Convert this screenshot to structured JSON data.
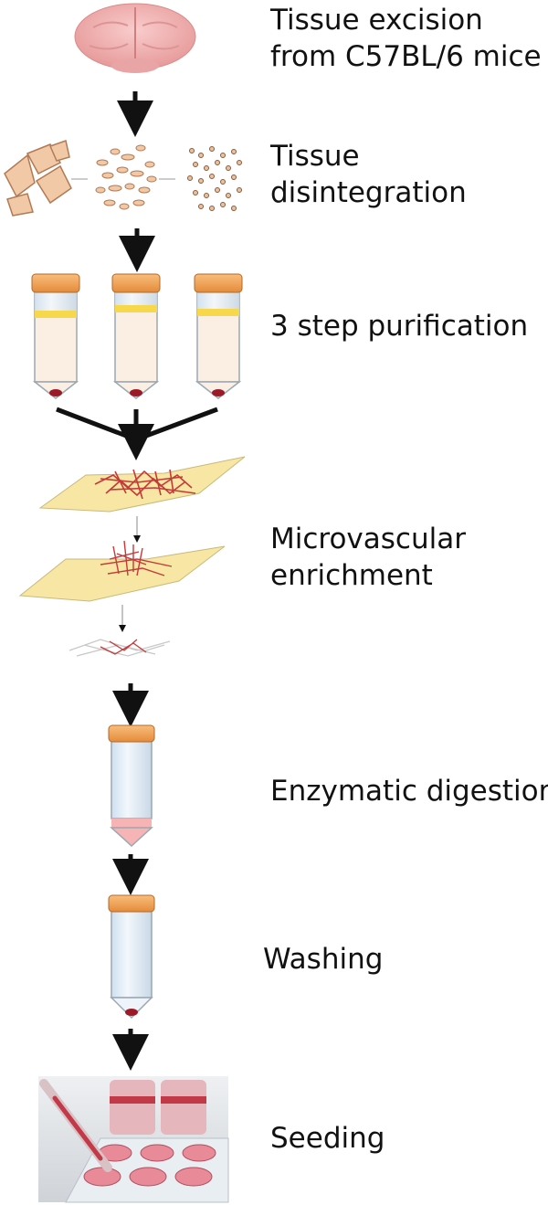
{
  "steps": [
    {
      "id": "tissue-excision",
      "lines": [
        "Tissue excision",
        "from C57BL/6 mice"
      ]
    },
    {
      "id": "tissue-disintegration",
      "lines": [
        "Tissue",
        "disintegration"
      ]
    },
    {
      "id": "purification",
      "lines": [
        "3 step purification"
      ]
    },
    {
      "id": "microvascular-enrichment",
      "lines": [
        "Microvascular",
        "enrichment"
      ]
    },
    {
      "id": "enzymatic-digestion",
      "lines": [
        "Enzymatic digestion"
      ]
    },
    {
      "id": "washing",
      "lines": [
        "Washing"
      ]
    },
    {
      "id": "seeding",
      "lines": [
        "Seeding"
      ]
    }
  ],
  "colors": {
    "arrow": "#111111",
    "tube_cap": "#f4a85f",
    "tube_body": "#fbefe4",
    "tube_glass": "#e6f0fa",
    "band": "#f6d84a",
    "pellet": "#9c1a28",
    "sheet": "#f7e6a4",
    "vessel": "#c43a3a",
    "brain": "#f2b2b2",
    "fragment": "#f1c9a6",
    "fragment_outline": "#b27a55",
    "digest_pink": "#f6b4b4"
  }
}
